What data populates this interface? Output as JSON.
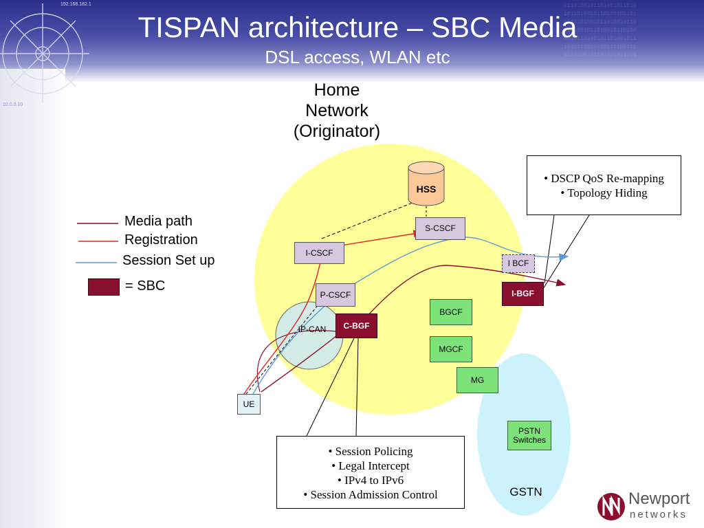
{
  "header": {
    "title": "TISPAN architecture – SBC Media",
    "subtitle": "DSL access, WLAN etc"
  },
  "network_label": [
    "Home",
    "Network",
    "(Originator)"
  ],
  "nodes": {
    "hss": "HSS",
    "s_cscf": "S-CSCF",
    "i_cscf": "I-CSCF",
    "p_cscf": "P-CSCF",
    "ip_can": "IP-CAN",
    "c_bgf": "C-BGF",
    "i_bcf": "I BCF",
    "i_bgf": "I-BGF",
    "bgcf": "BGCF",
    "mgcf": "MGCF",
    "mg": "MG",
    "ue": "UE",
    "pstn_line1": "PSTN",
    "pstn_line2": "Switches",
    "gstn": "GSTN"
  },
  "legend": {
    "media_path": "Media path",
    "registration": "Registration",
    "session_setup": "Session Set up",
    "sbc": "= SBC"
  },
  "callout_top": [
    "• DSCP QoS Re-mapping",
    "• Topology Hiding"
  ],
  "callout_bottom": [
    "• Session Policing",
    "• Legal Intercept",
    "• IPv4 to IPv6",
    "• Session Admission Control"
  ],
  "logo": {
    "name": "Newport",
    "sub": "networks"
  },
  "decor_text": {
    "ip_top": "192.168.182.1",
    "ip_left": "10.0.0.10"
  },
  "colors": {
    "header": "#2a2f8a",
    "home_network": "#ffff99",
    "gstn": "#ccf2fb",
    "sbc": "#8a0f2e",
    "media_path": "#8a0f2e",
    "registration": "#e8202a",
    "session_setup": "#5b9bd5",
    "sip_node": "#d7c8e0",
    "media_node": "#7de27a"
  }
}
